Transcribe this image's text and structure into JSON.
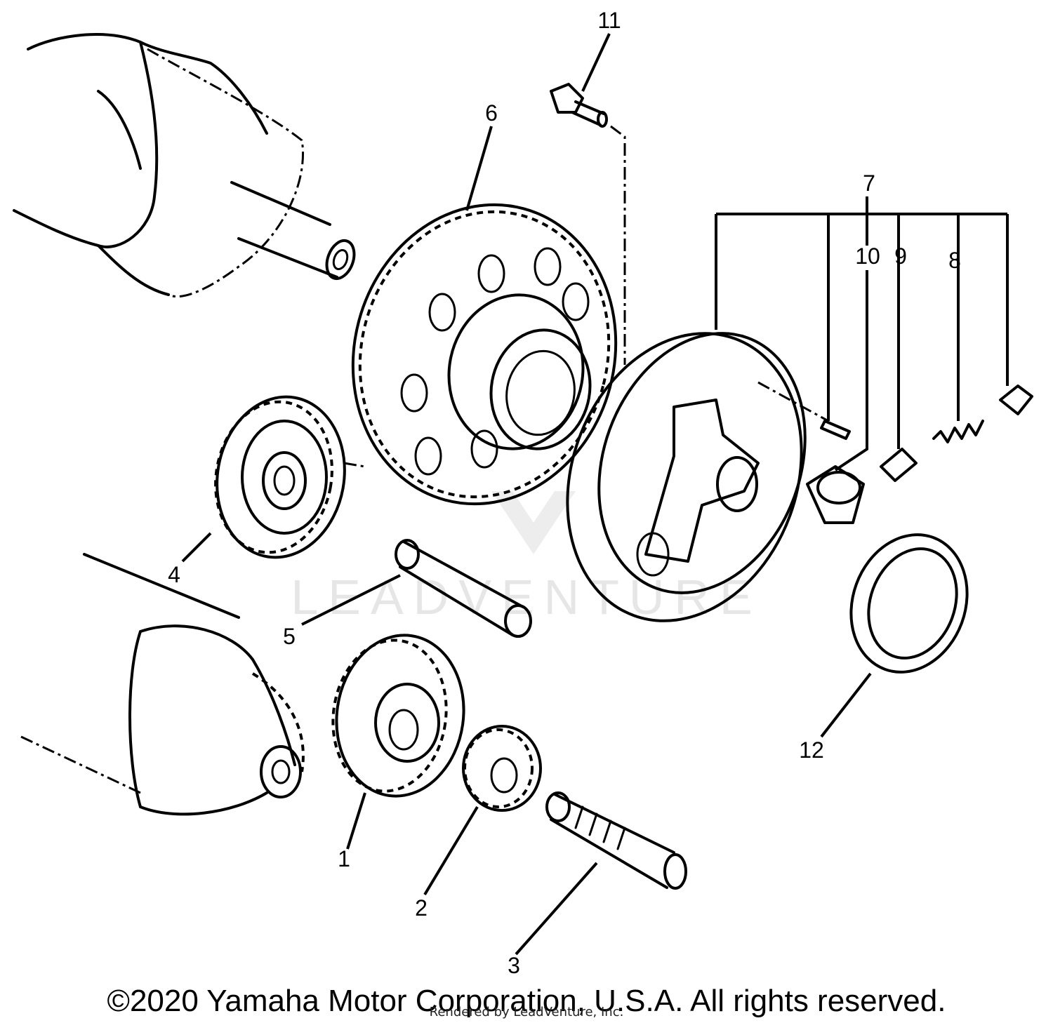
{
  "watermark": "LEADVENTURE",
  "callouts": [
    {
      "id": "c1",
      "label": "1"
    },
    {
      "id": "c2",
      "label": "2"
    },
    {
      "id": "c3",
      "label": "3"
    },
    {
      "id": "c4",
      "label": "4"
    },
    {
      "id": "c5",
      "label": "5"
    },
    {
      "id": "c6",
      "label": "6"
    },
    {
      "id": "c7",
      "label": "7"
    },
    {
      "id": "c8",
      "label": "8"
    },
    {
      "id": "c9",
      "label": "9"
    },
    {
      "id": "c10",
      "label": "10"
    },
    {
      "id": "c11",
      "label": "11"
    },
    {
      "id": "c12",
      "label": "12"
    }
  ],
  "footer": {
    "copyright": "©2020 Yamaha Motor Corporation, U.S.A. All rights reserved.",
    "rendered_by": "Rendered by LeadVenture, Inc."
  }
}
